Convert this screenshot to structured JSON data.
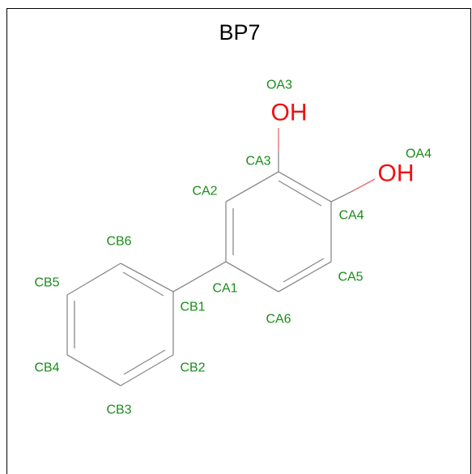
{
  "title": "BP7",
  "atom_labels": {
    "OA3": "OA3",
    "OA4": "OA4",
    "CA1": "CA1",
    "CA2": "CA2",
    "CA3": "CA3",
    "CA4": "CA4",
    "CA5": "CA5",
    "CA6": "CA6",
    "CB1": "CB1",
    "CB2": "CB2",
    "CB3": "CB3",
    "CB4": "CB4",
    "CB5": "CB5",
    "CB6": "CB6"
  },
  "groups": {
    "oh_a3": "OH",
    "oh_a4": "OH"
  },
  "colors": {
    "label": "#1a8c1a",
    "hetero": "#ee1111",
    "bond": "#8a8a8a",
    "bond_oxygen": "#e86a6a"
  }
}
